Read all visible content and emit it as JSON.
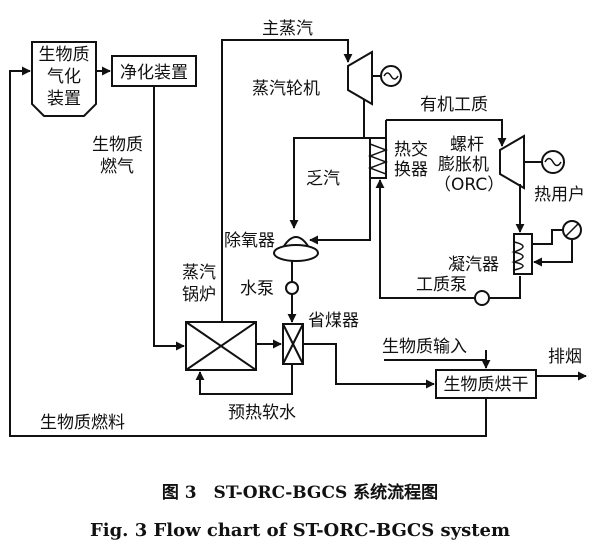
{
  "labels": {
    "gasifier": [
      "生物质",
      "气化",
      "装置"
    ],
    "purifier": "净化装置",
    "main_steam": "主蒸汽",
    "steam_turbine": "蒸汽轮机",
    "organic_fluid": "有机工质",
    "biomass_gas": [
      "生物质",
      "燃气"
    ],
    "exhaust_steam": "乏汽",
    "heat_exchanger": [
      "热交",
      "换器"
    ],
    "screw_expander": [
      "螺杆",
      "膨胀机",
      "（ORC）"
    ],
    "heat_user": "热用户",
    "deaerator": "除氧器",
    "condenser": "凝汽器",
    "steam_boiler": [
      "蒸汽",
      "锅炉"
    ],
    "water_pump": "水泵",
    "working_pump": "工质泵",
    "economizer": "省煤器",
    "biomass_input": "生物质输入",
    "exhaust_smoke": "排烟",
    "dryer": "生物质烘干",
    "preheat_water": "预热软水",
    "biomass_fuel": "生物质燃料"
  },
  "caption": {
    "zh": "图 3　ST-ORC-BGCS 系统流程图",
    "en": "Fig. 3 Flow chart of ST-ORC-BGCS system"
  }
}
